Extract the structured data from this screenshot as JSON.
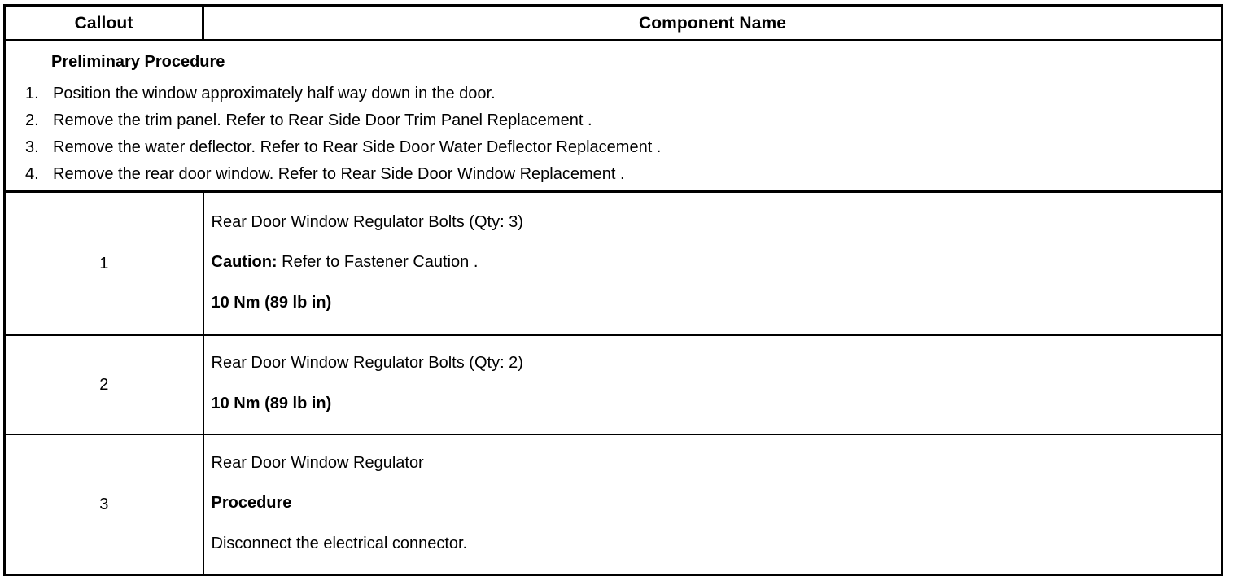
{
  "table": {
    "headers": {
      "callout": "Callout",
      "component": "Component Name"
    },
    "preliminary": {
      "title": "Preliminary Procedure",
      "steps": [
        {
          "num": "1.",
          "text": "Position the window approximately half way down in the door."
        },
        {
          "num": "2.",
          "text": "Remove the trim panel. Refer to Rear Side Door Trim Panel Replacement ."
        },
        {
          "num": "3.",
          "text": "Remove the water deflector. Refer to Rear Side Door Water Deflector Replacement ."
        },
        {
          "num": "4.",
          "text": "Remove the rear door window. Refer to Rear Side Door Window Replacement ."
        }
      ]
    },
    "rows": [
      {
        "callout": "1",
        "lines": [
          {
            "text": "Rear Door Window Regulator Bolts (Qty: 3)"
          },
          {
            "lead": "Caution:",
            "text": " Refer to Fastener Caution ."
          },
          {
            "text": "10 Nm (89 lb in)",
            "bold": true
          }
        ]
      },
      {
        "callout": "2",
        "lines": [
          {
            "text": "Rear Door Window Regulator Bolts (Qty: 2)"
          },
          {
            "text": "10 Nm (89 lb in)",
            "bold": true
          }
        ]
      },
      {
        "callout": "3",
        "lines": [
          {
            "text": "Rear Door Window Regulator"
          },
          {
            "text": "Procedure",
            "bold": true
          },
          {
            "text": "Disconnect the electrical connector."
          }
        ]
      }
    ]
  },
  "colors": {
    "background": "#ffffff",
    "text": "#000000",
    "border": "#000000"
  }
}
